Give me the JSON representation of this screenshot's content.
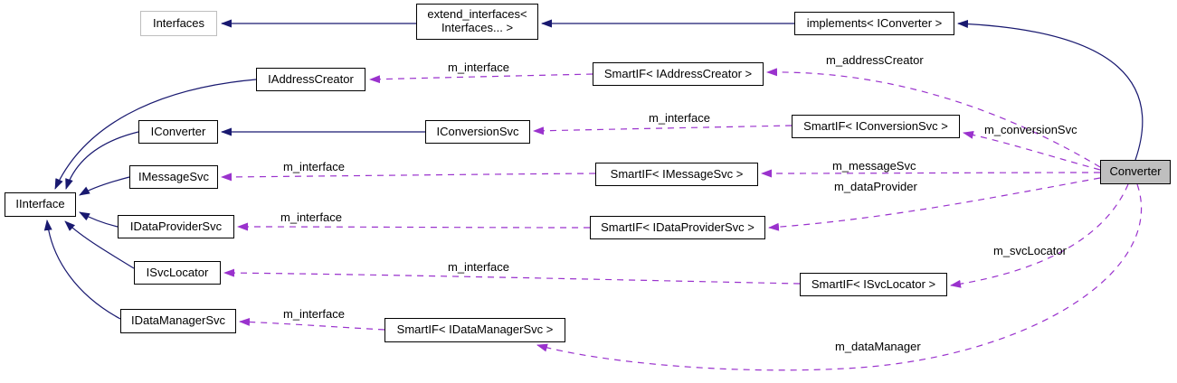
{
  "diagram": {
    "type": "doxygen-collaboration-graph",
    "colors": {
      "inheritance": "#191970",
      "usage": "#9a32cd",
      "node_border": "#000000",
      "external_node_border": "#bebebe",
      "current_node_fill": "#bfbfbf",
      "node_fill": "#ffffff",
      "text": "#000000"
    },
    "nodes": [
      {
        "id": "interfaces",
        "label": "Interfaces",
        "kind": "external"
      },
      {
        "id": "extend_interfaces",
        "label1": "extend_interfaces<",
        "label2": "Interfaces... >",
        "kind": "normal"
      },
      {
        "id": "implements_iconverter",
        "label": "implements< IConverter >",
        "kind": "normal"
      },
      {
        "id": "iaddresscreator",
        "label": "IAddressCreator",
        "kind": "normal"
      },
      {
        "id": "smartif_iaddresscreator",
        "label": "SmartIF< IAddressCreator >",
        "kind": "normal"
      },
      {
        "id": "iconverter",
        "label": "IConverter",
        "kind": "normal"
      },
      {
        "id": "iconversionsvc",
        "label": "IConversionSvc",
        "kind": "normal"
      },
      {
        "id": "smartif_iconversionsvc",
        "label": "SmartIF< IConversionSvc >",
        "kind": "normal"
      },
      {
        "id": "imessagesvc",
        "label": "IMessageSvc",
        "kind": "normal"
      },
      {
        "id": "smartif_imessagesvc",
        "label": "SmartIF< IMessageSvc >",
        "kind": "normal"
      },
      {
        "id": "iinterface",
        "label": "IInterface",
        "kind": "normal"
      },
      {
        "id": "idataprovidersvc",
        "label": "IDataProviderSvc",
        "kind": "normal"
      },
      {
        "id": "smartif_idataprovidersvc",
        "label": "SmartIF< IDataProviderSvc >",
        "kind": "normal"
      },
      {
        "id": "isvclocator",
        "label": "ISvcLocator",
        "kind": "normal"
      },
      {
        "id": "smartif_isvclocator",
        "label": "SmartIF< ISvcLocator >",
        "kind": "normal"
      },
      {
        "id": "idatamanagersvc",
        "label": "IDataManagerSvc",
        "kind": "normal"
      },
      {
        "id": "smartif_idatamanagersvc",
        "label": "SmartIF< IDataManagerSvc >",
        "kind": "normal"
      },
      {
        "id": "converter",
        "label": "Converter",
        "kind": "current"
      }
    ],
    "edges": [
      {
        "from": "extend_interfaces< Interfaces... >",
        "to": "Interfaces",
        "type": "inheritance"
      },
      {
        "from": "implements< IConverter >",
        "to": "extend_interfaces< Interfaces... >",
        "type": "inheritance"
      },
      {
        "from": "Converter",
        "to": "implements< IConverter >",
        "type": "inheritance"
      },
      {
        "from": "IAddressCreator",
        "to": "IInterface",
        "type": "inheritance"
      },
      {
        "from": "IConverter",
        "to": "IInterface",
        "type": "inheritance"
      },
      {
        "from": "IMessageSvc",
        "to": "IInterface",
        "type": "inheritance"
      },
      {
        "from": "IDataProviderSvc",
        "to": "IInterface",
        "type": "inheritance"
      },
      {
        "from": "ISvcLocator",
        "to": "IInterface",
        "type": "inheritance"
      },
      {
        "from": "IDataManagerSvc",
        "to": "IInterface",
        "type": "inheritance"
      },
      {
        "from": "IConversionSvc",
        "to": "IConverter",
        "type": "inheritance"
      },
      {
        "from": "SmartIF< IAddressCreator >",
        "to": "IAddressCreator",
        "label": "m_interface",
        "type": "usage"
      },
      {
        "from": "SmartIF< IConversionSvc >",
        "to": "IConversionSvc",
        "label": "m_interface",
        "type": "usage"
      },
      {
        "from": "SmartIF< IMessageSvc >",
        "to": "IMessageSvc",
        "label": "m_interface",
        "type": "usage"
      },
      {
        "from": "SmartIF< IDataProviderSvc >",
        "to": "IDataProviderSvc",
        "label": "m_interface",
        "type": "usage"
      },
      {
        "from": "SmartIF< ISvcLocator >",
        "to": "ISvcLocator",
        "label": "m_interface",
        "type": "usage"
      },
      {
        "from": "SmartIF< IDataManagerSvc >",
        "to": "IDataManagerSvc",
        "label": "m_interface",
        "type": "usage"
      },
      {
        "from": "Converter",
        "to": "SmartIF< IAddressCreator >",
        "label": "m_addressCreator",
        "type": "usage"
      },
      {
        "from": "Converter",
        "to": "SmartIF< IConversionSvc >",
        "label": "m_conversionSvc",
        "type": "usage"
      },
      {
        "from": "Converter",
        "to": "SmartIF< IMessageSvc >",
        "label": "m_messageSvc",
        "type": "usage"
      },
      {
        "from": "Converter",
        "to": "SmartIF< IDataProviderSvc >",
        "label": "m_dataProvider",
        "type": "usage"
      },
      {
        "from": "Converter",
        "to": "SmartIF< ISvcLocator >",
        "label": "m_svcLocator",
        "type": "usage"
      },
      {
        "from": "Converter",
        "to": "SmartIF< IDataManagerSvc >",
        "label": "m_dataManager",
        "type": "usage"
      }
    ]
  }
}
